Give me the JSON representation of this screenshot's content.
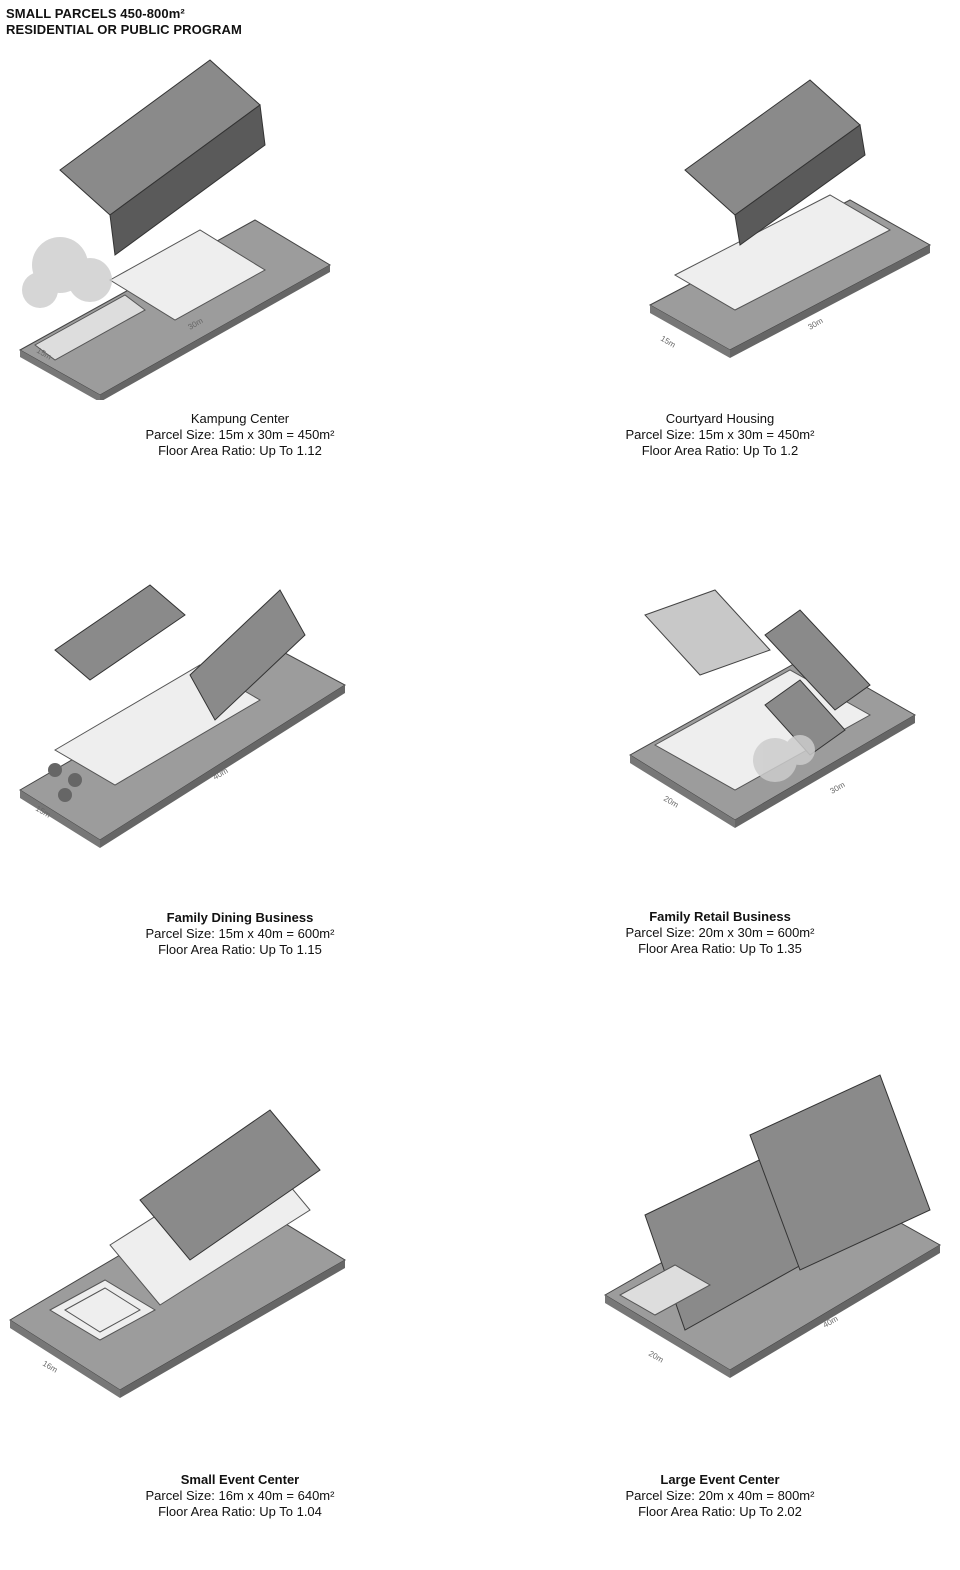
{
  "header": {
    "line1": "SMALL PARCELS   450-800m²",
    "line2": "RESIDENTIAL OR PUBLIC PROGRAM"
  },
  "panels": [
    {
      "title": "Kampung Center",
      "title_bold": false,
      "size": "Parcel Size: 15m x 30m = 450m²",
      "far": "Floor Area Ratio: Up To 1.12",
      "dim_short": "15m",
      "dim_long": "30m"
    },
    {
      "title": "Courtyard Housing",
      "title_bold": false,
      "size": "Parcel Size: 15m x 30m = 450m²",
      "far": "Floor Area Ratio: Up To 1.2",
      "dim_short": "15m",
      "dim_long": "30m"
    },
    {
      "title": "Family Dining Business",
      "title_bold": true,
      "size": "Parcel Size: 15m x 40m = 600m²",
      "far": "Floor Area Ratio: Up To 1.15",
      "dim_short": "15m",
      "dim_long": "40m"
    },
    {
      "title": "Family Retail Business",
      "title_bold": true,
      "size": "Parcel Size: 20m x 30m = 600m²",
      "far": "Floor Area Ratio: Up To 1.35",
      "dim_short": "20m",
      "dim_long": "30m"
    },
    {
      "title": "Small Event Center",
      "title_bold": true,
      "size": "Parcel Size: 16m x 40m = 640m²",
      "far": "Floor Area Ratio: Up To 1.04",
      "dim_short": "16m",
      "dim_long": "40m"
    },
    {
      "title": "Large Event Center",
      "title_bold": true,
      "size": "Parcel Size: 20m x 40m = 800m²",
      "far": "Floor Area Ratio: Up To 2.02",
      "dim_short": "20m",
      "dim_long": "40m"
    }
  ]
}
